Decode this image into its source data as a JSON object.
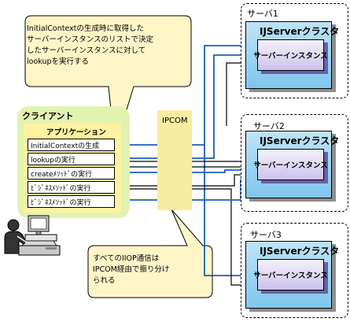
{
  "callouts": {
    "top_lines": [
      "InitialContextの生成時に取得した",
      "サーバーインスタンスのリストで決定",
      "したサーバーインスタンスに対して",
      "lookupを実行する"
    ],
    "bottom_lines": [
      "すべてのIIOP通信は",
      "IPCOM経由で振り分け",
      "られる"
    ]
  },
  "client": {
    "label": "クライアント",
    "app_label": "アプリケーション",
    "steps": [
      "InitialContextの生成",
      "lookupの実行",
      "createﾒｿｯﾄﾞの実行",
      "ﾋﾞｼﾞﾈｽﾒｿｯﾄﾞの実行",
      "ﾋﾞｼﾞﾈｽﾒｿｯﾄﾞの実行"
    ]
  },
  "ipcom": {
    "label": "IPCOM"
  },
  "servers": [
    {
      "label": "サーバ1",
      "cluster": "IJServerクラスタ",
      "instance": "サーバーインスタンス"
    },
    {
      "label": "サーバ2",
      "cluster": "IJServerクラスタ",
      "instance": "サーバーインスタンス"
    },
    {
      "label": "サーバ3",
      "cluster": "IJServerクラスタ",
      "instance": "サーバーインスタンス"
    }
  ],
  "colors": {
    "arrow": "#1f5fb5",
    "line": "#000000",
    "client_bg": "#e2f3b0",
    "app_bg": "#fff2a0",
    "callout_bg": "#fff6c8",
    "cluster_bg": "#8fcdf0",
    "instance_bg": "#d6cff0"
  }
}
